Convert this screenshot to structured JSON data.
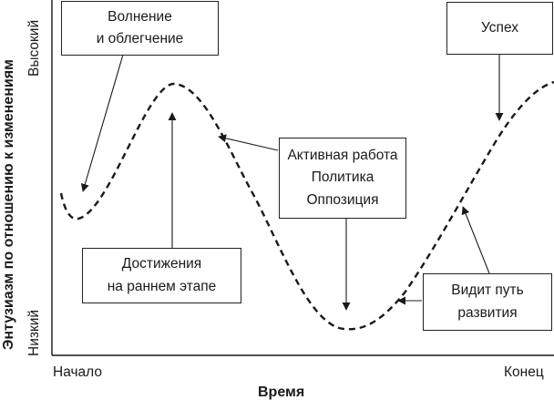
{
  "axes": {
    "x_title": "Время",
    "y_title": "Энтузиазм по отношению к изменениям",
    "x_start": "Начало",
    "x_end": "Конец",
    "y_high": "Высокий",
    "y_low": "Низкий"
  },
  "boxes": {
    "excitement": {
      "line1": "Волнение",
      "line2": "и облегчение"
    },
    "success": {
      "line1": "Успех"
    },
    "active": {
      "line1": "Активная работа",
      "line2": "Политика",
      "line3": "Оппозиция"
    },
    "early": {
      "line1": "Достижения",
      "line2": "на раннем этапе"
    },
    "path": {
      "line1": "Видит путь",
      "line2": "развития"
    }
  }
}
